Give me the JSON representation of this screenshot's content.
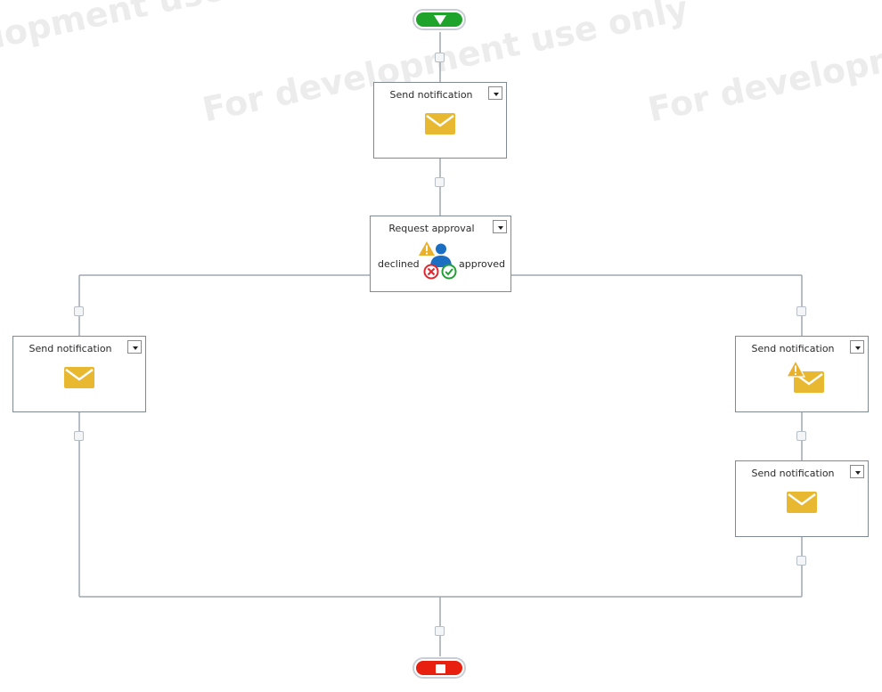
{
  "watermark_text": "For development use only",
  "colors": {
    "connector": "#9ea7b1",
    "start": "#1fa32a",
    "end": "#e8200f",
    "envelope": "#e8b830",
    "warning": "#e9b02c",
    "approved": "#23a035",
    "declined": "#e0262e",
    "user": "#1b6ec2"
  },
  "terminals": {
    "start": {
      "icon": "triangle-down-icon"
    },
    "end": {
      "icon": "stop-square-icon"
    }
  },
  "nodes": {
    "notify_top": {
      "title": "Send notification",
      "icon": "envelope-icon"
    },
    "approval": {
      "title": "Request approval",
      "icon": "approval-user-icon",
      "declined_label": "declined",
      "approved_label": "approved"
    },
    "notify_left": {
      "title": "Send notification",
      "icon": "envelope-icon"
    },
    "notify_right_1": {
      "title": "Send notification",
      "icon": "envelope-warning-icon"
    },
    "notify_right_2": {
      "title": "Send notification",
      "icon": "envelope-icon"
    }
  }
}
